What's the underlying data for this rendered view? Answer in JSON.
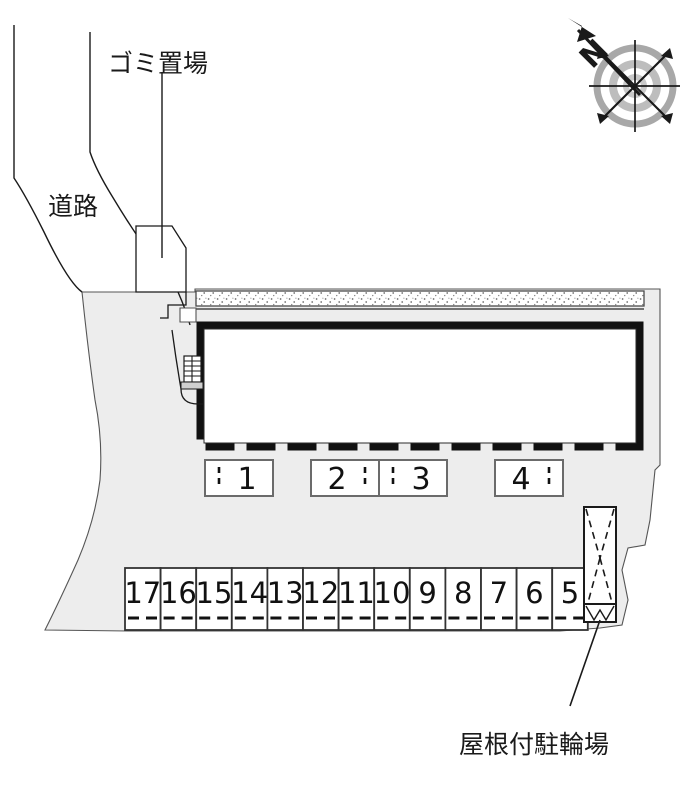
{
  "plan": {
    "type": "site-plan",
    "background_color": "#ffffff",
    "site_fill_color": "#ededed",
    "line_color": "#1a1a1a",
    "building_wall_color": "#111111",
    "labels": {
      "garbage_area": "ゴミ置場",
      "road": "道路",
      "covered_bicycle_parking": "屋根付駐輪場"
    },
    "compass": {
      "name": "north-arrow",
      "letter": "N",
      "ring_color": "#9a9a9a",
      "arrow_color": "#1a1a1a"
    },
    "building": {
      "name": "apartment-building",
      "balcony_count": 11
    },
    "upper_parking_stalls": [
      {
        "number": "1",
        "dash_side": "left"
      },
      {
        "number": "2",
        "dash_side": "right"
      },
      {
        "number": "3",
        "dash_side": "left"
      },
      {
        "number": "4",
        "dash_side": "right"
      }
    ],
    "lower_parking_stalls": [
      {
        "number": "17"
      },
      {
        "number": "16"
      },
      {
        "number": "15"
      },
      {
        "number": "14"
      },
      {
        "number": "13"
      },
      {
        "number": "12"
      },
      {
        "number": "11"
      },
      {
        "number": "10"
      },
      {
        "number": "9"
      },
      {
        "number": "8"
      },
      {
        "number": "7"
      },
      {
        "number": "6"
      },
      {
        "number": "5"
      }
    ]
  }
}
